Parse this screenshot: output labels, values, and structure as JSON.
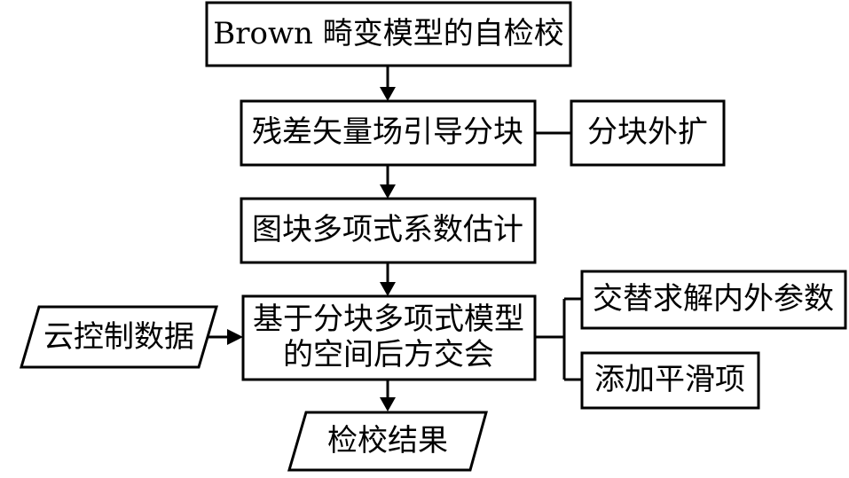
{
  "diagram": {
    "nodes": {
      "self_check": "Brown 畸变模型的自检校",
      "residual_block": "残差矢量场引导分块",
      "block_expand": "分块外扩",
      "poly_estimate": "图块多项式系数估计",
      "resection_line1": "基于分块多项式模型",
      "resection_line2": "的空间后方交会",
      "alt_solve": "交替求解内外参数",
      "add_smooth": "添加平滑项",
      "cloud_control": "云控制数据",
      "check_result": "检校结果"
    },
    "colors": {
      "stroke": "#000000",
      "fill": "#ffffff",
      "text": "#000000"
    }
  }
}
